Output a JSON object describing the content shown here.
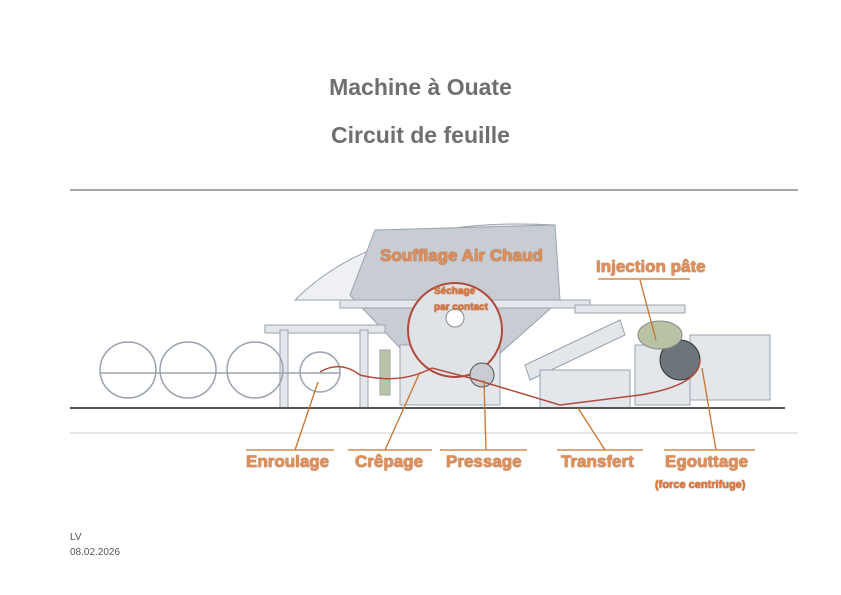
{
  "title": "Machine à Ouate",
  "subtitle": "Circuit de feuille",
  "labels": {
    "soufflage": "Soufflage Air Chaud",
    "injection": "Injection pâte",
    "sechage_1": "Séchage",
    "sechage_2": "par contact",
    "enroulage": "Enroulage",
    "crepage": "Crêpage",
    "pressage": "Pressage",
    "transfert": "Transfert",
    "egouttage": "Egouttage",
    "force": "(force centrifuge)"
  },
  "footer": {
    "author": "LV",
    "date": "08.02.2026"
  },
  "colors": {
    "accent": "#c8742c",
    "sheet": "#b04a3a",
    "machine": "#9aa3ad"
  }
}
